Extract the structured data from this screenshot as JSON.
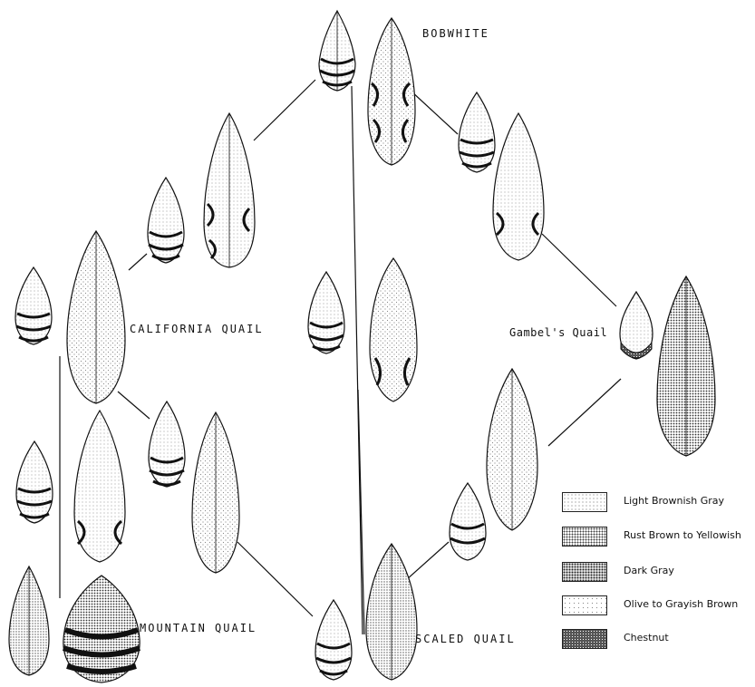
{
  "labels": {
    "bobwhite": "BOBWHITE",
    "california": "CALIFORNIA QUAIL",
    "gambels": "Gambel's Quail",
    "mountain": "MOUNTAIN QUAIL",
    "scaled": "SCALED QUAIL"
  },
  "legend": [
    {
      "label": "Light Brownish Gray",
      "pattern": "light",
      "color": "#e9e9e9"
    },
    {
      "label": "Rust Brown to Yellowish",
      "pattern": "rust",
      "color": "#c8c8c8"
    },
    {
      "label": "Dark Gray",
      "pattern": "dark",
      "color": "#b8b8b8"
    },
    {
      "label": "Olive to Grayish Brown",
      "pattern": "olive",
      "color": "#dcdcdc"
    },
    {
      "label": "Chestnut",
      "pattern": "chestnut",
      "color": "#6e6e6e"
    }
  ]
}
